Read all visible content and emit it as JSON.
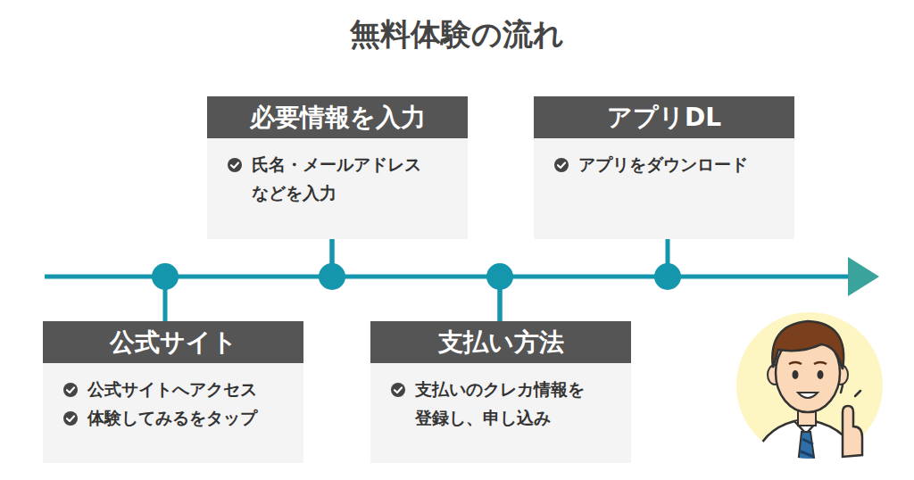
{
  "diagram": {
    "title": "無料体験の流れ",
    "nodes": [
      {
        "text": [
          "公式サイト",
          "公式サイトへアクセス",
          "体験してみるをタップ"
        ]
      },
      {
        "text": [
          "必要情報を入力",
          "氏名・メールアドレス などを入力"
        ]
      },
      {
        "text": [
          "支払い方法",
          "支払いのクレカ情報を 登録し、申し込み"
        ]
      },
      {
        "text": [
          "アプリDL",
          "アプリをダウンロード"
        ]
      }
    ],
    "edges": [
      {
        "from": 0,
        "to": 1,
        "arrow": "none"
      },
      {
        "from": 1,
        "to": 2,
        "arrow": "none"
      },
      {
        "from": 2,
        "to": 3,
        "arrow": "none"
      }
    ]
  }
}
